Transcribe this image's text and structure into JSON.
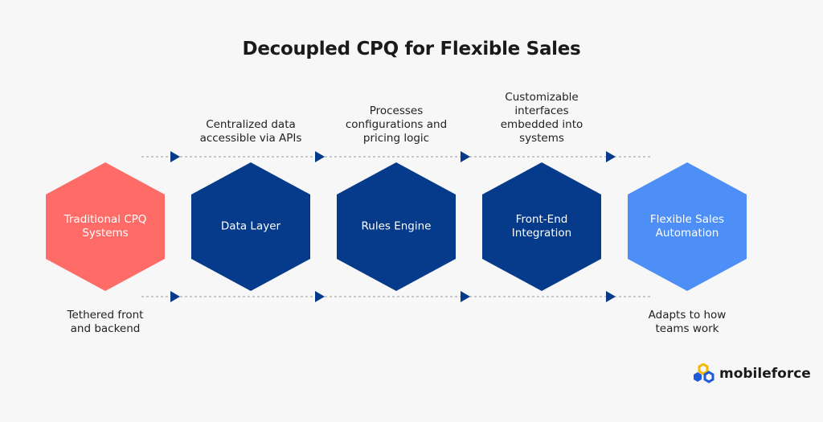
{
  "title": "Decoupled CPQ for Flexible Sales",
  "colors": {
    "background": "#f7f7f7",
    "coral": "#ff6b66",
    "navy": "#063a8a",
    "light_blue": "#4d8ff7"
  },
  "steps": [
    {
      "label": "Traditional CPQ Systems",
      "color": "#ff6b66",
      "caption_top": "",
      "caption_bottom": "Tethered front and backend"
    },
    {
      "label": "Data Layer",
      "color": "#063a8a",
      "caption_top": "Centralized data accessible via APIs",
      "caption_bottom": ""
    },
    {
      "label": "Rules Engine",
      "color": "#063a8a",
      "caption_top": "Processes configurations and pricing logic",
      "caption_bottom": ""
    },
    {
      "label": "Front-End Integration",
      "color": "#063a8a",
      "caption_top": "Customizable interfaces embedded into systems",
      "caption_bottom": ""
    },
    {
      "label": "Flexible Sales Automation",
      "color": "#4d8ff7",
      "caption_top": "",
      "caption_bottom": "Adapts to how teams work"
    }
  ],
  "logo": {
    "text": "mobileforce"
  }
}
